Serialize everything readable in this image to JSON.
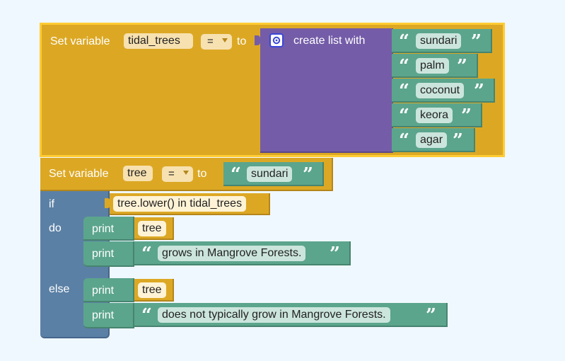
{
  "statement1": {
    "prefix": "Set variable",
    "variable": "tidal_trees",
    "operator": "=",
    "to_label": "to",
    "list_label": "create list with",
    "gear_icon": "gear-icon",
    "items": [
      "sundari",
      "palm",
      "coconut",
      "keora",
      "agar"
    ]
  },
  "statement2": {
    "prefix": "Set variable",
    "variable": "tree",
    "operator": "=",
    "to_label": "to",
    "value": "sundari"
  },
  "if_block": {
    "if_label": "if",
    "do_label": "do",
    "else_label": "else",
    "condition": "tree.lower() in tidal_trees",
    "do": [
      {
        "label": "print",
        "arg": "tree"
      },
      {
        "label": "print",
        "arg": "grows in Mangrove Forests."
      }
    ],
    "else": [
      {
        "label": "print",
        "arg": "tree"
      },
      {
        "label": "print",
        "arg": "does not typically grow in Mangrove Forests."
      }
    ]
  },
  "colors": {
    "variables": "#dca824",
    "lists": "#745ca8",
    "text": "#5ba58c",
    "logic": "#5b80a5",
    "workspace": "#f0f8ff"
  }
}
